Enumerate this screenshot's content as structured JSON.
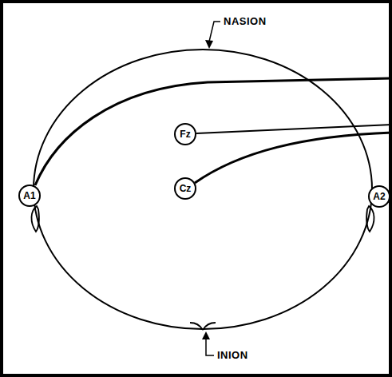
{
  "diagram": {
    "nodes": [
      {
        "text": [
          "A1"
        ]
      },
      {
        "text": [
          "Fz"
        ]
      },
      {
        "text": [
          "Cz"
        ]
      },
      {
        "text": [
          "A2"
        ]
      }
    ],
    "labels": [
      "NASION",
      "INION"
    ]
  }
}
